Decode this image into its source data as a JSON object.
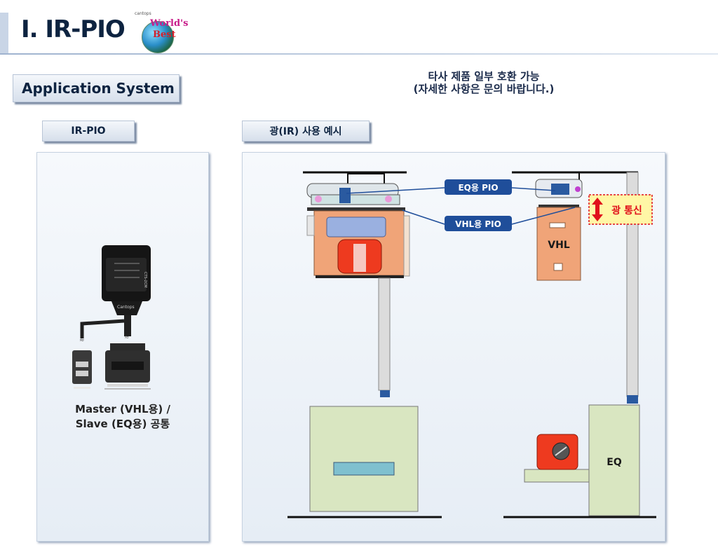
{
  "header": {
    "title": "I. IR-PIO",
    "logo": {
      "small_text": "cantops",
      "word1": "World's",
      "word2": "Best"
    }
  },
  "section": {
    "label": "Application System"
  },
  "note": {
    "line1": "타사 제품 일부 호환 가능",
    "line2": "(자세한 사항은 문의 바랍니다.)"
  },
  "tabs": {
    "left": "IR-PIO",
    "right": "광(IR) 사용 예시"
  },
  "device": {
    "caption_line1": "Master (VHL용) /",
    "caption_line2": "Slave (EQ용) 공통",
    "label_1": "CTS-2CM",
    "label_2": "Cantops"
  },
  "diagram": {
    "eq_pio_label": "EQ용 PIO",
    "vhl_pio_label": "VHL용 PIO",
    "comm_label": "광 통신",
    "vhl_label": "VHL",
    "eq_label": "EQ"
  },
  "colors": {
    "accent_blue": "#1f4e9a",
    "comm_red": "#e0101a",
    "comm_bg": "#fff7a6",
    "vhl_orange": "#f0a478",
    "eq_green": "#d9e6c1"
  }
}
